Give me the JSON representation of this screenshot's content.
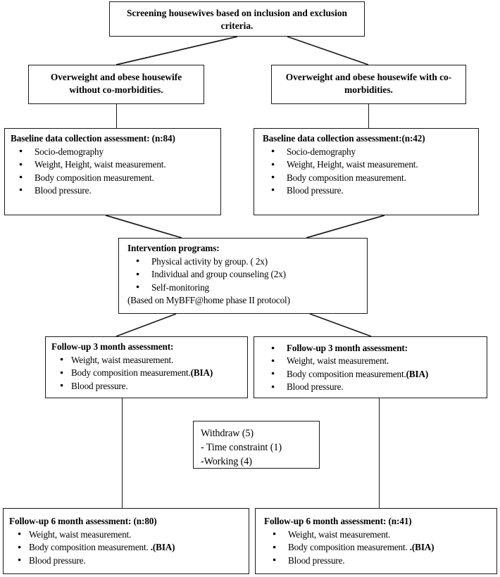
{
  "figure": {
    "type": "flowchart",
    "orientation": "top-down",
    "nodes": {
      "screening": {
        "title": "Screening housewives based on inclusion and exclusion criteria."
      },
      "no_comorbidities": {
        "title": "Overweight and obese housewife without co-morbidities."
      },
      "with_comorbidities": {
        "title": "Overweight and obese housewife with co-morbidities."
      },
      "baseline_left": {
        "title": "Baseline data collection assessment: (n:84)",
        "items": [
          "Socio-demography",
          "Weight, Height, waist measurement.",
          "Body composition measurement.",
          "Blood pressure."
        ]
      },
      "baseline_right": {
        "title": "Baseline data collection assessment:(n:42)",
        "items": [
          "Socio-demography",
          "Weight, Height, waist measurement.",
          "Body composition measurement.",
          "Blood pressure."
        ]
      },
      "intervention": {
        "title": "Intervention programs:",
        "items": [
          "Physical activity by group. ( 2x)",
          "Individual and group counseling (2x)",
          "Self-monitoring"
        ],
        "note": "(Based on MyBFF@home phase II protocol)"
      },
      "followup3_left": {
        "title": "Follow-up 3 month assessment:",
        "items": [
          "Weight, waist measurement.",
          "Body composition measurement.(BIA)",
          "Blood pressure."
        ]
      },
      "followup3_right": {
        "title": "Follow-up 3 month assessment:",
        "items": [
          "Weight, waist measurement.",
          "Body composition measurement.(BIA)",
          "Blood pressure."
        ]
      },
      "withdraw": {
        "lines": [
          "Withdraw (5)",
          "- Time constraint (1)",
          "-Working (4)"
        ]
      },
      "followup6_left": {
        "title": "Follow-up 6 month assessment: (n:80)",
        "items": [
          "Weight, waist measurement.",
          "Body composition measurement. .(BIA)",
          "Blood pressure."
        ]
      },
      "followup6_right": {
        "title": "Follow-up 6 month assessment:  (n:41)",
        "items": [
          "Weight, waist measurement.",
          "Body composition measurement. .(BIA)",
          "Blood pressure."
        ]
      }
    },
    "colors": {
      "line": "#1a1a1a",
      "text": "#000000",
      "background": "#ffffff"
    }
  }
}
